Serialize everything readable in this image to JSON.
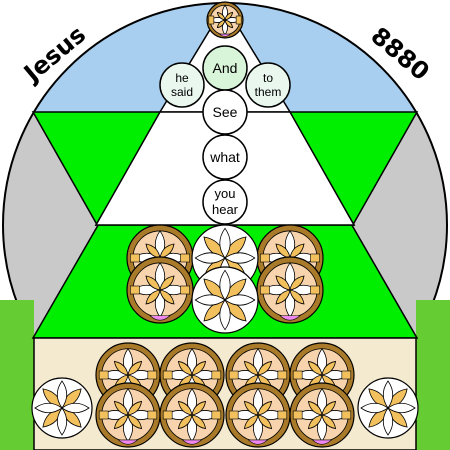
{
  "title_left": "Jesus",
  "title_right": "8880",
  "words": {
    "and": "And",
    "he_said": [
      "he",
      "said"
    ],
    "to_them": [
      "to",
      "them"
    ],
    "see": "See",
    "what": "what",
    "you_hear": [
      "you",
      "hear"
    ]
  },
  "colors": {
    "sky": "#a9cff0",
    "green": "#00ee00",
    "grey": "#cccccc",
    "peach": "#f7d4ae",
    "brown": "#a87a2a",
    "gold": "#f2c15e",
    "pink": "#ee88ee",
    "white": "#ffffff",
    "pale_green": "#dff5df"
  }
}
